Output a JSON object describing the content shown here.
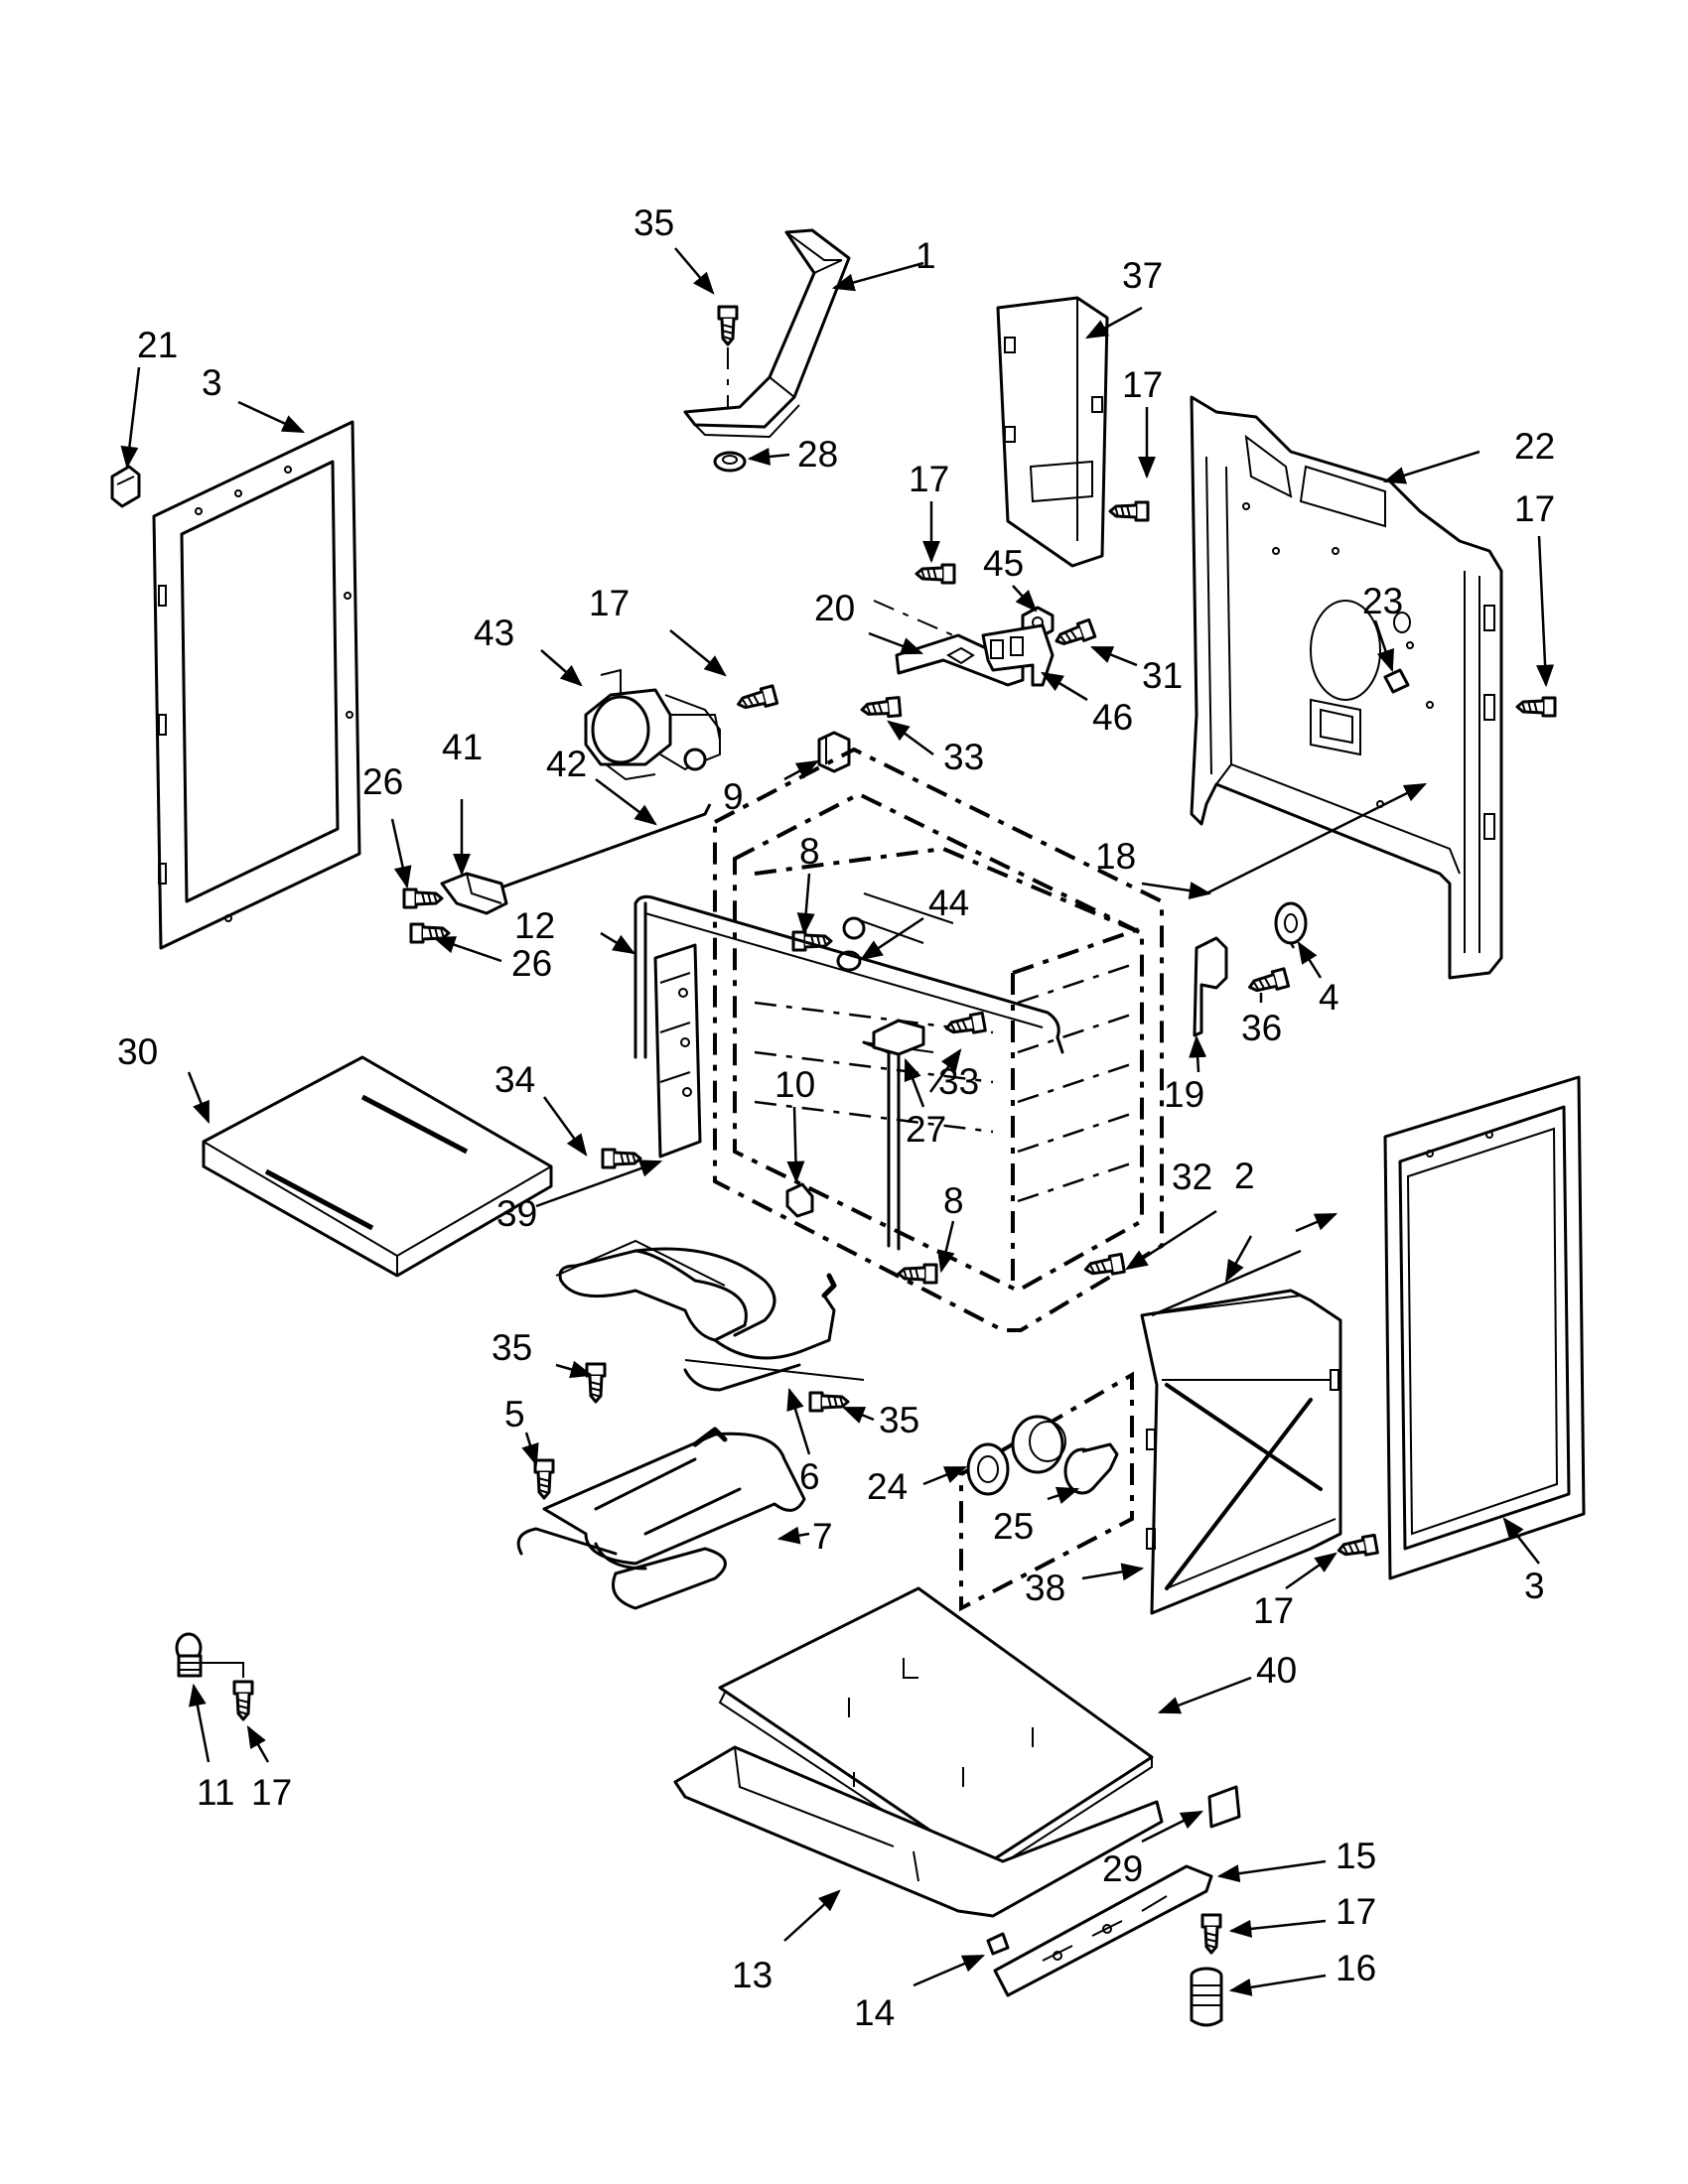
{
  "labels": [
    {
      "id": "l1",
      "text": "1"
    },
    {
      "id": "l2",
      "text": "2"
    },
    {
      "id": "l3a",
      "text": "3"
    },
    {
      "id": "l3b",
      "text": "3"
    },
    {
      "id": "l4",
      "text": "4"
    },
    {
      "id": "l5",
      "text": "5"
    },
    {
      "id": "l6",
      "text": "6"
    },
    {
      "id": "l7",
      "text": "7"
    },
    {
      "id": "l8a",
      "text": "8"
    },
    {
      "id": "l8b",
      "text": "8"
    },
    {
      "id": "l9",
      "text": "9"
    },
    {
      "id": "l10",
      "text": "10"
    },
    {
      "id": "l11",
      "text": "11"
    },
    {
      "id": "l12",
      "text": "12"
    },
    {
      "id": "l13",
      "text": "13"
    },
    {
      "id": "l14",
      "text": "14"
    },
    {
      "id": "l15",
      "text": "15"
    },
    {
      "id": "l16",
      "text": "16"
    },
    {
      "id": "l17a",
      "text": "17"
    },
    {
      "id": "l17b",
      "text": "17"
    },
    {
      "id": "l17c",
      "text": "17"
    },
    {
      "id": "l17d",
      "text": "17"
    },
    {
      "id": "l17e",
      "text": "17"
    },
    {
      "id": "l17f",
      "text": "17"
    },
    {
      "id": "l17g",
      "text": "17"
    },
    {
      "id": "l17h",
      "text": "17"
    },
    {
      "id": "l18",
      "text": "18"
    },
    {
      "id": "l19",
      "text": "19"
    },
    {
      "id": "l20",
      "text": "20"
    },
    {
      "id": "l21",
      "text": "21"
    },
    {
      "id": "l22",
      "text": "22"
    },
    {
      "id": "l23",
      "text": "23"
    },
    {
      "id": "l24",
      "text": "24"
    },
    {
      "id": "l25",
      "text": "25"
    },
    {
      "id": "l26a",
      "text": "26"
    },
    {
      "id": "l26b",
      "text": "26"
    },
    {
      "id": "l27",
      "text": "27"
    },
    {
      "id": "l28",
      "text": "28"
    },
    {
      "id": "l29",
      "text": "29"
    },
    {
      "id": "l30",
      "text": "30"
    },
    {
      "id": "l31",
      "text": "31"
    },
    {
      "id": "l32",
      "text": "32"
    },
    {
      "id": "l33a",
      "text": "33"
    },
    {
      "id": "l33b",
      "text": "33"
    },
    {
      "id": "l34",
      "text": "34"
    },
    {
      "id": "l35a",
      "text": "35"
    },
    {
      "id": "l35b",
      "text": "35"
    },
    {
      "id": "l35c",
      "text": "35"
    },
    {
      "id": "l36",
      "text": "36"
    },
    {
      "id": "l37",
      "text": "37"
    },
    {
      "id": "l38",
      "text": "38"
    },
    {
      "id": "l39",
      "text": "39"
    },
    {
      "id": "l40",
      "text": "40"
    },
    {
      "id": "l41",
      "text": "41"
    },
    {
      "id": "l42",
      "text": "42"
    },
    {
      "id": "l43",
      "text": "43"
    },
    {
      "id": "l44",
      "text": "44"
    },
    {
      "id": "l45",
      "text": "45"
    },
    {
      "id": "l46",
      "text": "46"
    }
  ]
}
